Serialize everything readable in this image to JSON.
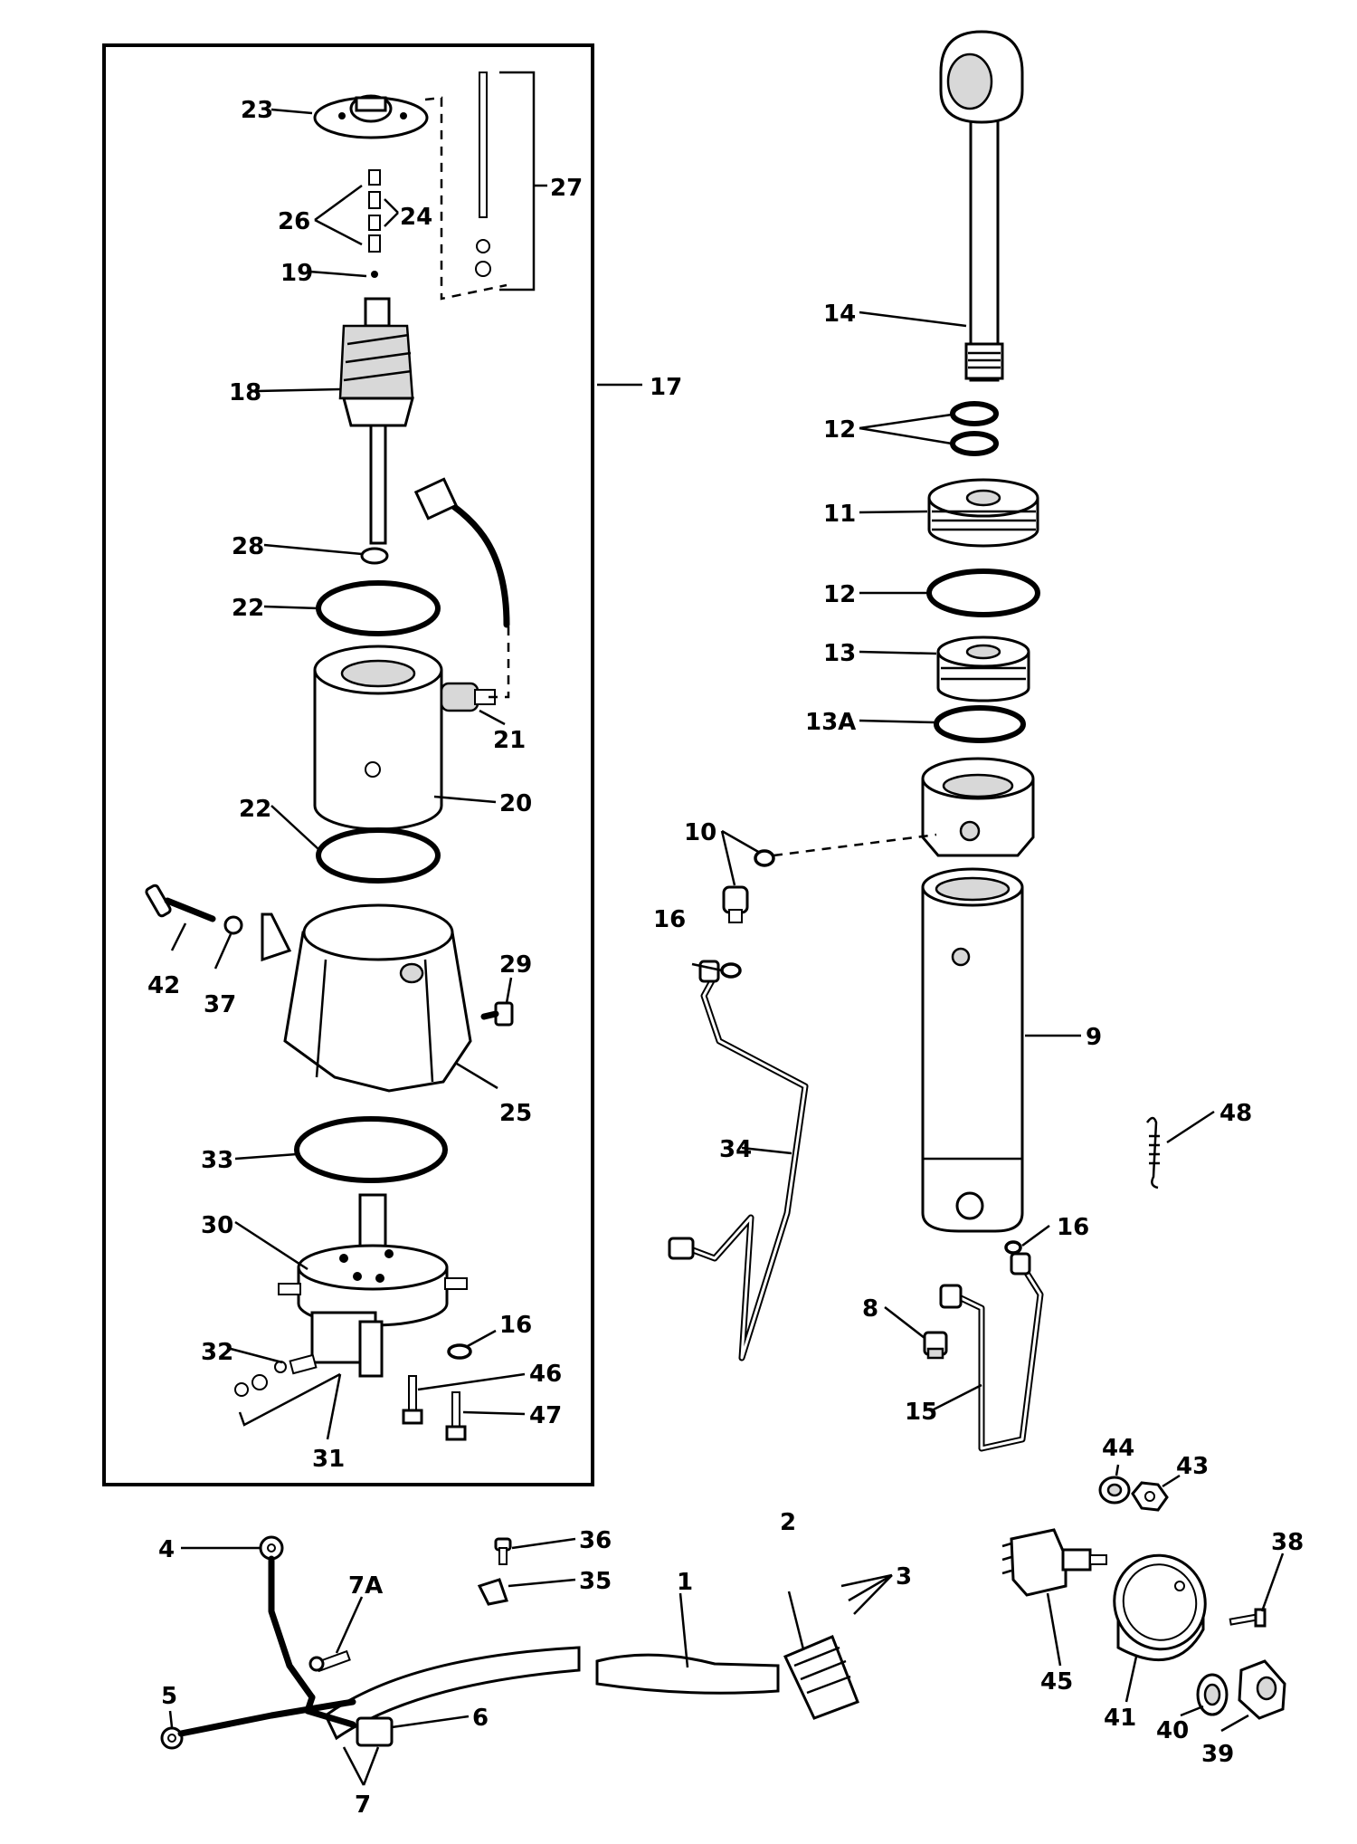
{
  "labels": {
    "l1": "1",
    "l2": "2",
    "l3": "3",
    "l4": "4",
    "l5": "5",
    "l6": "6",
    "l7": "7",
    "l7a": "7A",
    "l8": "8",
    "l9": "9",
    "l10": "10",
    "l11": "11",
    "l12a": "12",
    "l12b": "12",
    "l13": "13",
    "l13a": "13A",
    "l14": "14",
    "l15": "15",
    "l16a": "16",
    "l16b": "16",
    "l16c": "16",
    "l17": "17",
    "l18": "18",
    "l19": "19",
    "l20": "20",
    "l21": "21",
    "l22a": "22",
    "l22b": "22",
    "l23": "23",
    "l24": "24",
    "l25": "25",
    "l26": "26",
    "l27": "27",
    "l28": "28",
    "l29": "29",
    "l30": "30",
    "l31": "31",
    "l32": "32",
    "l33": "33",
    "l34": "34",
    "l35": "35",
    "l36": "36",
    "l37": "37",
    "l38": "38",
    "l39": "39",
    "l40": "40",
    "l41": "41",
    "l42": "42",
    "l43": "43",
    "l44": "44",
    "l45": "45",
    "l46": "46",
    "l47": "47",
    "l48": "48"
  }
}
